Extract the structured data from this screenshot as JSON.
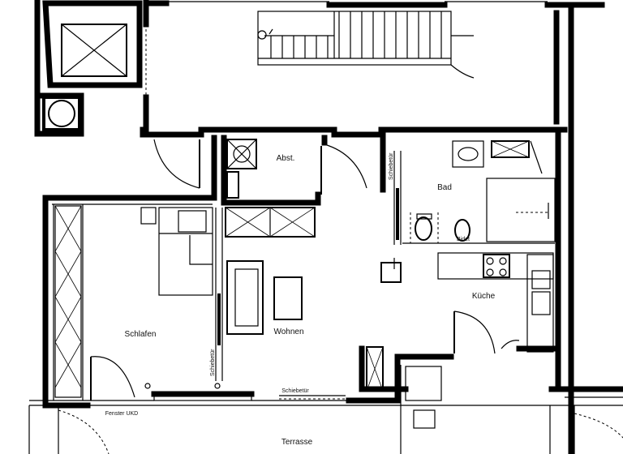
{
  "rooms": {
    "abst": "Abst.",
    "bad": "Bad",
    "kueche": "Küche",
    "schlafen": "Schlafen",
    "wohnen": "Wohnen",
    "terrasse": "Terrasse"
  },
  "annotations": {
    "schiebetuer_bad": "Schiebetür",
    "schiebetuer_schlafen": "Schiebetür",
    "schiebetuer_terrasse": "Schiebetür",
    "bidet": "Bidet",
    "fenster": "Fenster UKD"
  }
}
